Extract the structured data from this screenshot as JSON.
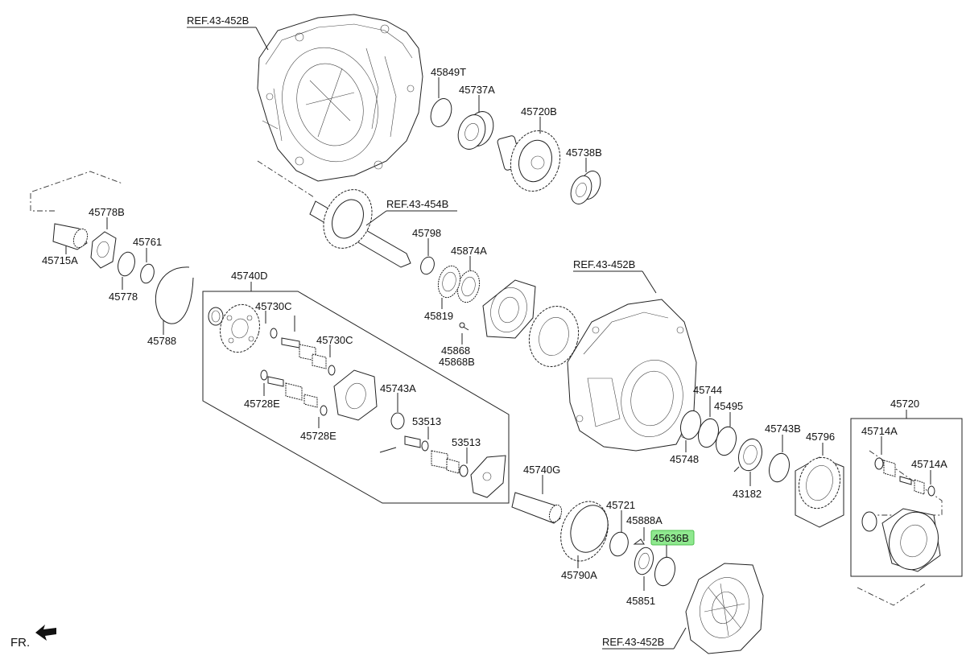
{
  "refs": {
    "top": "REF.43-452B",
    "shaft": "REF.43-454B",
    "right_case": "REF.43-452B",
    "bottom": "REF.43-452B"
  },
  "labels": {
    "p45849T": "45849T",
    "p45737A": "45737A",
    "p45720B": "45720B",
    "p45738B": "45738B",
    "p45778B": "45778B",
    "p45761": "45761",
    "p45715A": "45715A",
    "p45778": "45778",
    "p45788": "45788",
    "p45798": "45798",
    "p45874A": "45874A",
    "p45819": "45819",
    "p45868": "45868",
    "p45868B": "45868B",
    "p45740D": "45740D",
    "p45730C_a": "45730C",
    "p45730C_b": "45730C",
    "p45743A": "45743A",
    "p45728E_a": "45728E",
    "p45728E_b": "45728E",
    "p53513_a": "53513",
    "p53513_b": "53513",
    "p45744": "45744",
    "p45495": "45495",
    "p45748": "45748",
    "p45743B": "45743B",
    "p45796": "45796",
    "p43182": "43182",
    "p45720": "45720",
    "p45714A_a": "45714A",
    "p45714A_b": "45714A",
    "p45740G": "45740G",
    "p45721": "45721",
    "p45888A": "45888A",
    "p45636B": "45636B",
    "p45790A": "45790A",
    "p45851": "45851"
  },
  "direction_label": "FR.",
  "highlight_color": "#8fe88f"
}
